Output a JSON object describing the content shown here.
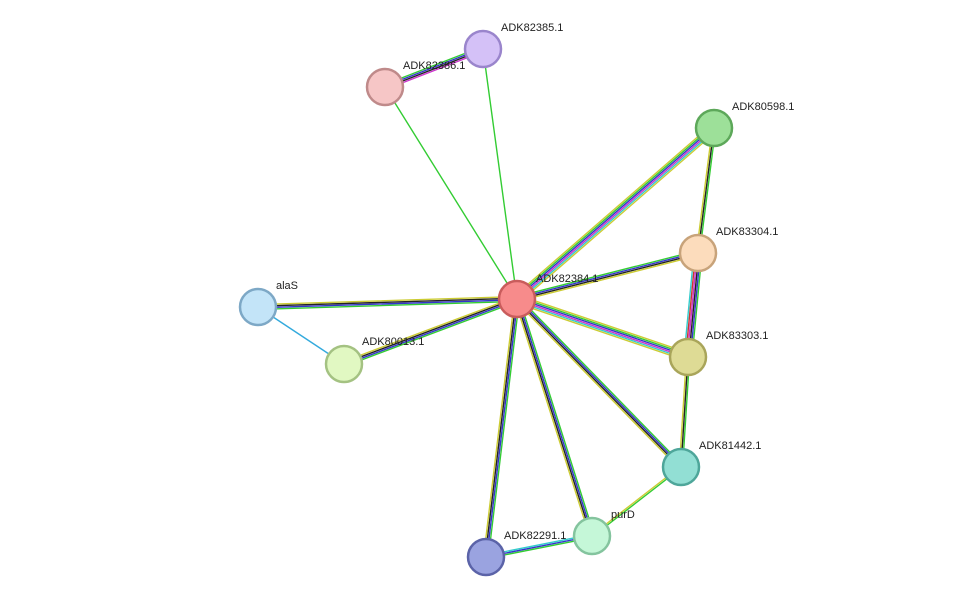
{
  "network": {
    "center": "ADK82384.1",
    "nodes": [
      {
        "id": "ADK82384.1",
        "label": "ADK82384.1",
        "fill": "#f78b8b",
        "stroke": "#c95c5c"
      },
      {
        "id": "ADK82385.1",
        "label": "ADK82385.1",
        "fill": "#d4c1f7",
        "stroke": "#9a85cc"
      },
      {
        "id": "ADK82386.1",
        "label": "ADK82386.1",
        "fill": "#f6c6c6",
        "stroke": "#bf8a8a"
      },
      {
        "id": "ADK80598.1",
        "label": "ADK80598.1",
        "fill": "#9de099",
        "stroke": "#5da85a"
      },
      {
        "id": "ADK83304.1",
        "label": "ADK83304.1",
        "fill": "#fcdcbc",
        "stroke": "#c8a37a"
      },
      {
        "id": "ADK83303.1",
        "label": "ADK83303.1",
        "fill": "#dedb95",
        "stroke": "#a9a55a"
      },
      {
        "id": "alaS",
        "label": "alaS",
        "fill": "#c3e4f8",
        "stroke": "#7da8c6"
      },
      {
        "id": "ADK80013.1",
        "label": "ADK80013.1",
        "fill": "#e1f8c2",
        "stroke": "#a4c282"
      },
      {
        "id": "ADK81442.1",
        "label": "ADK81442.1",
        "fill": "#92dfd4",
        "stroke": "#4ea69a"
      },
      {
        "id": "purD",
        "label": "purD",
        "fill": "#c5f7d8",
        "stroke": "#84c49e"
      },
      {
        "id": "ADK82291.1",
        "label": "ADK82291.1",
        "fill": "#9aa3e0",
        "stroke": "#5b63a8"
      }
    ],
    "edges": [
      {
        "source": "ADK82384.1",
        "target": "ADK82385.1",
        "colors": [
          "#33cc33"
        ]
      },
      {
        "source": "ADK82384.1",
        "target": "ADK82386.1",
        "colors": [
          "#33cc33"
        ]
      },
      {
        "source": "ADK82386.1",
        "target": "ADK82385.1",
        "colors": [
          "#33cc33",
          "#3333cc",
          "#222222",
          "#cc33cc"
        ]
      },
      {
        "source": "ADK82384.1",
        "target": "ADK80598.1",
        "colors": [
          "#cccc33",
          "#33cc33",
          "#3333cc",
          "#cc33cc",
          "#33cccc",
          "#cccc33"
        ]
      },
      {
        "source": "ADK82384.1",
        "target": "ADK83304.1",
        "colors": [
          "#33cc33",
          "#3333cc",
          "#222222",
          "#cccc33"
        ]
      },
      {
        "source": "ADK82384.1",
        "target": "ADK83303.1",
        "colors": [
          "#cccc33",
          "#33cc33",
          "#3333cc",
          "#cc33cc",
          "#33cccc",
          "#cccc33"
        ]
      },
      {
        "source": "ADK82384.1",
        "target": "alaS",
        "colors": [
          "#33cc33",
          "#3333cc",
          "#222222",
          "#cccc33"
        ]
      },
      {
        "source": "ADK82384.1",
        "target": "ADK80013.1",
        "colors": [
          "#33cc33",
          "#3333cc",
          "#222222",
          "#cccc33"
        ]
      },
      {
        "source": "ADK82384.1",
        "target": "ADK81442.1",
        "colors": [
          "#33cc33",
          "#3333cc",
          "#222222",
          "#cccc33"
        ]
      },
      {
        "source": "ADK82384.1",
        "target": "purD",
        "colors": [
          "#33cc33",
          "#3333cc",
          "#222222",
          "#cccc33"
        ]
      },
      {
        "source": "ADK82384.1",
        "target": "ADK82291.1",
        "colors": [
          "#33cc33",
          "#3333cc",
          "#222222",
          "#cccc33"
        ]
      },
      {
        "source": "ADK80598.1",
        "target": "ADK83304.1",
        "colors": [
          "#33cc33",
          "#222222",
          "#cccc33"
        ]
      },
      {
        "source": "ADK83304.1",
        "target": "ADK83303.1",
        "colors": [
          "#33cc33",
          "#3333cc",
          "#222222",
          "#cc33cc",
          "#cc3333",
          "#33cccc"
        ]
      },
      {
        "source": "ADK83303.1",
        "target": "ADK81442.1",
        "colors": [
          "#33cc33",
          "#222222",
          "#cccc33"
        ]
      },
      {
        "source": "ADK81442.1",
        "target": "purD",
        "colors": [
          "#33cc33",
          "#cccc33"
        ]
      },
      {
        "source": "purD",
        "target": "ADK82291.1",
        "colors": [
          "#33cc33",
          "#3333cc",
          "#33cccc"
        ]
      },
      {
        "source": "alaS",
        "target": "ADK80013.1",
        "colors": [
          "#33aadd"
        ]
      }
    ]
  }
}
